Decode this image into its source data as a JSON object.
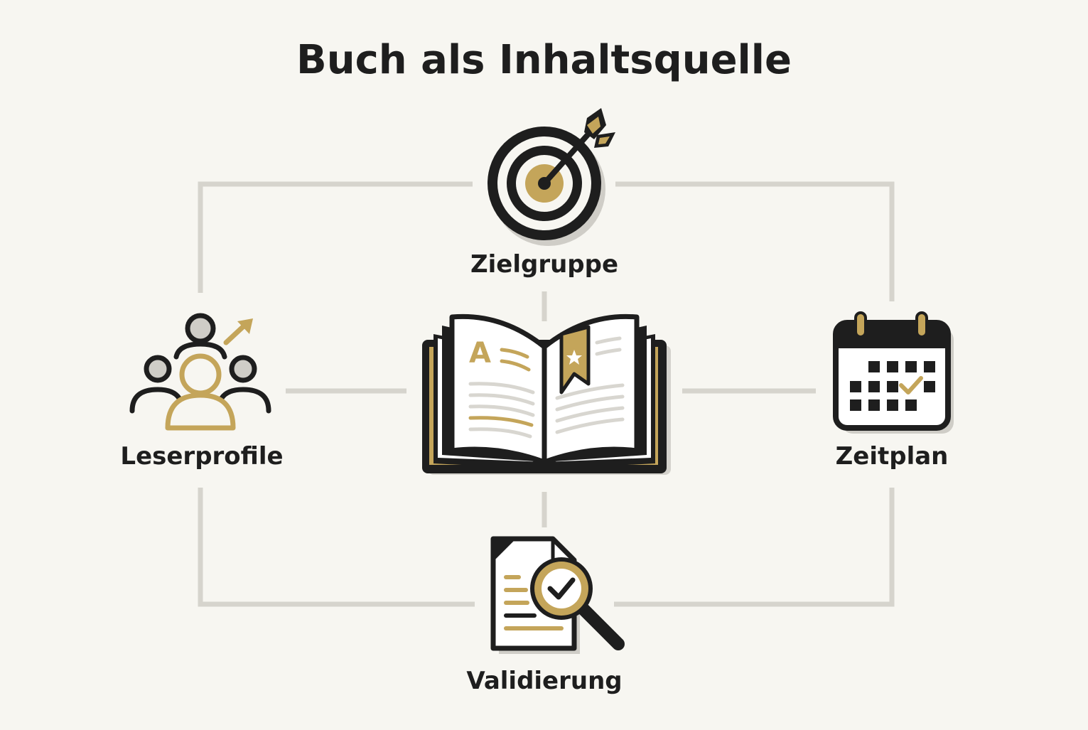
{
  "title": "Buch als Inhaltsquelle",
  "nodes": {
    "center": {
      "icon": "open-book-icon",
      "text": "A"
    },
    "top": {
      "label": "Zielgruppe",
      "icon": "target-arrow-icon"
    },
    "left": {
      "label": "Leserprofile",
      "icon": "reader-group-icon"
    },
    "right": {
      "label": "Zeitplan",
      "icon": "calendar-check-icon"
    },
    "bottom": {
      "label": "Validierung",
      "icon": "document-magnifier-check-icon"
    }
  },
  "colors": {
    "background": "#f7f6f1",
    "ink": "#1e1e1e",
    "gold": "#c4a55a",
    "connector": "#d6d4cd",
    "page": "#ffffff"
  }
}
